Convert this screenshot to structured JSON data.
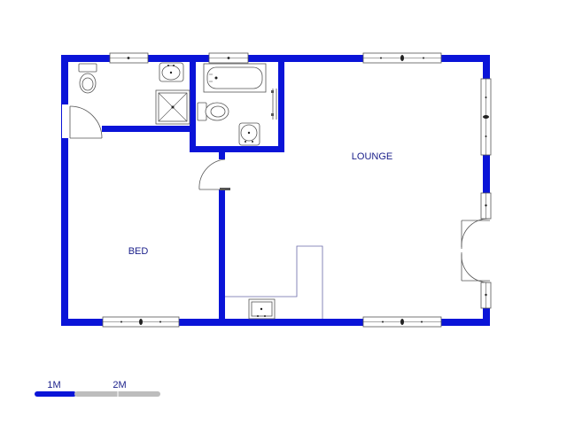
{
  "rooms": {
    "lounge": "LOUNGE",
    "bed": "BED"
  },
  "scale_bar": {
    "label_1": "1M",
    "label_2": "2M"
  },
  "colors": {
    "wall": "#0a14d8",
    "label": "#1a1f8a",
    "scale_gray": "#bdbdbd"
  }
}
